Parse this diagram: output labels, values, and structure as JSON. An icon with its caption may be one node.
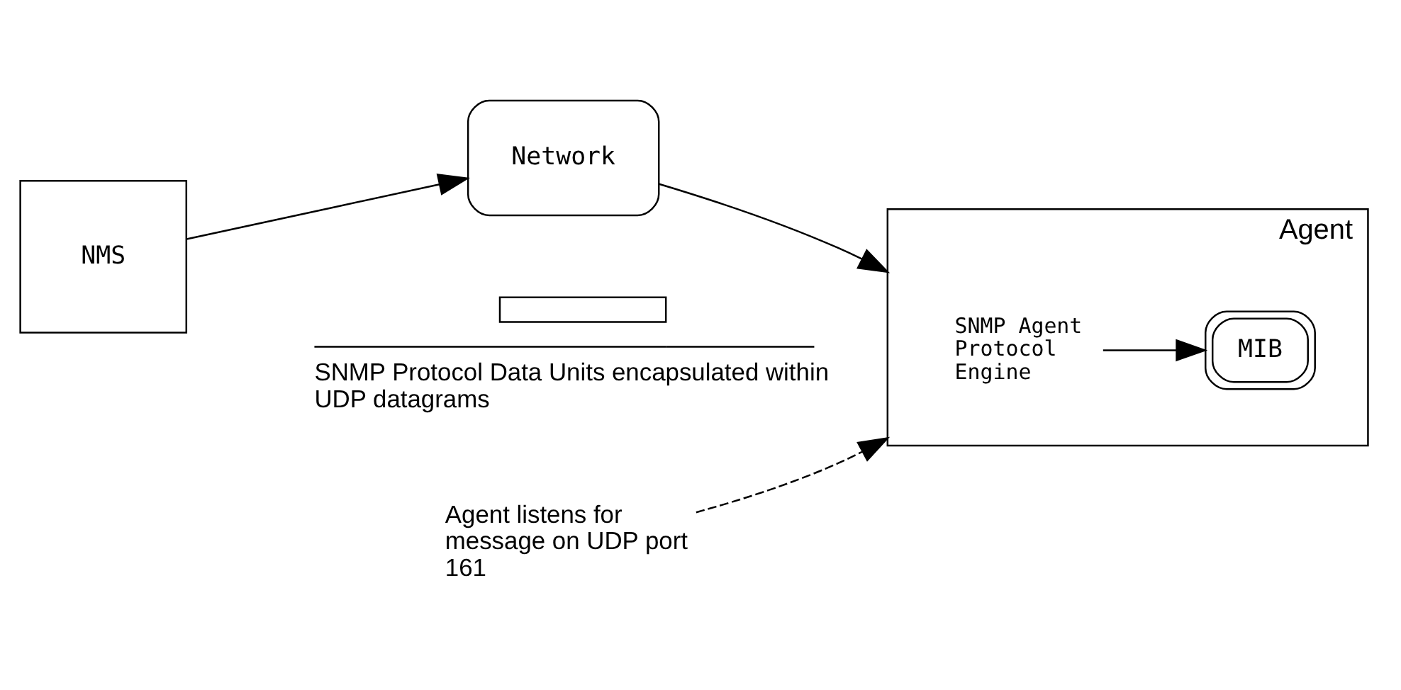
{
  "diagram": {
    "nodes": [
      {
        "text": [
          "NMS"
        ]
      },
      {
        "text": [
          "Network"
        ]
      },
      {
        "text": [
          "Agent"
        ]
      },
      {
        "text": [
          "SNMP Agent Protocol Engine"
        ],
        "in": 2
      },
      {
        "text": [
          "MIB"
        ],
        "in": 2
      },
      {
        "text": [
          "Agent listens for message on UDP port 161"
        ]
      }
    ],
    "edges": [
      {
        "from": 0,
        "to": 1,
        "arrow": "to"
      },
      {
        "from": 1,
        "to": 2,
        "arrow": "to"
      },
      {
        "from": 3,
        "to": 4,
        "arrow": "to"
      },
      {
        "from": 5,
        "to": 2,
        "arrow": "to",
        "style": "dashed"
      }
    ],
    "legend": [
      {
        "text": "SNMP Protocol Data Units encapsulated within UDP datagrams"
      }
    ]
  }
}
